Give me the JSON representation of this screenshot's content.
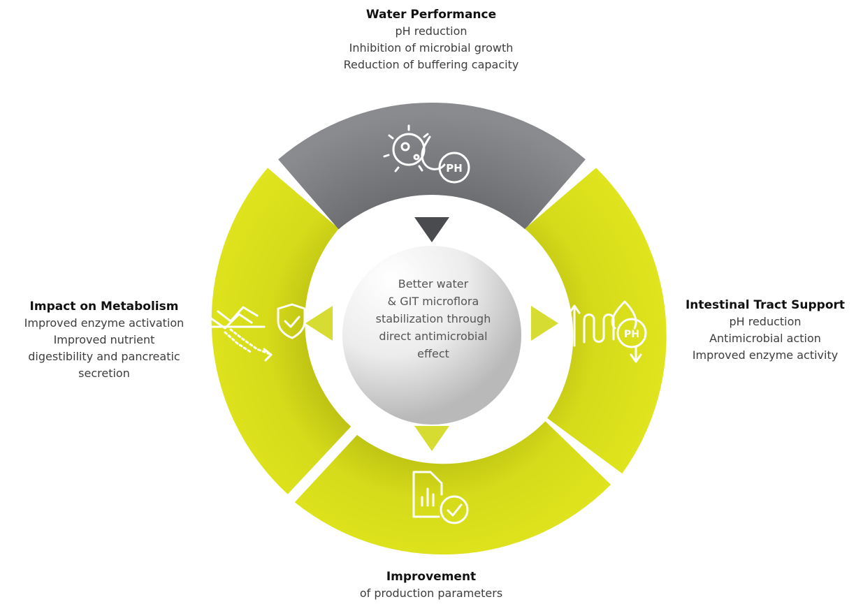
{
  "top": {
    "title": "Water Performance",
    "lines": [
      "pH reduction",
      "Inhibition of microbial growth",
      "Reduction of buffering capacity"
    ]
  },
  "left": {
    "title": "Impact on Metabolism",
    "lines": [
      "Improved enzyme activation",
      "Improved nutrient",
      "digestibility and pancreatic",
      "secretion"
    ]
  },
  "right": {
    "title": "Intestinal Tract Support",
    "lines": [
      "pH reduction",
      "Antimicrobial action",
      "Improved enzyme activity"
    ]
  },
  "bottom": {
    "title": "Improvement",
    "lines": [
      "of production parameters"
    ]
  },
  "center": {
    "lines": [
      "Better water",
      "& GIT microflora",
      "stabilization through",
      "direct antimicrobial",
      "effect"
    ]
  },
  "icons": {
    "top": "microbe-water-ph-icon",
    "left": "arrows-shield-icon",
    "right": "intestine-ph-icon",
    "bottom": "report-check-icon",
    "ph_text": "PH"
  },
  "colors": {
    "gray_segment": "#7d7e82",
    "lime_segment": "#dbe01b",
    "lime_dark": "#b9bf12",
    "arrow_gray": "#4a4b4e"
  }
}
